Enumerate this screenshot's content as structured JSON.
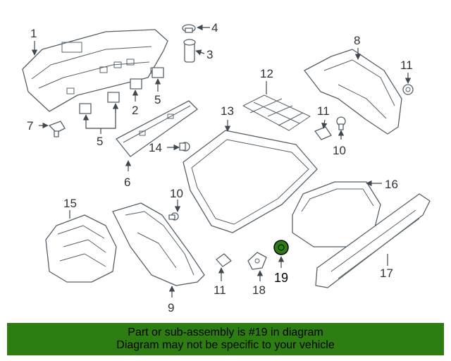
{
  "diagram": {
    "highlight_color": "#2e7d12",
    "highlight_part": "19",
    "callouts": {
      "c1": "1",
      "c2": "2",
      "c3": "3",
      "c4": "4",
      "c5a": "5",
      "c5b": "5",
      "c6": "6",
      "c7": "7",
      "c8": "8",
      "c9": "9",
      "c10a": "10",
      "c10b": "10",
      "c11a": "11",
      "c11b": "11",
      "c11c": "11",
      "c12": "12",
      "c13": "13",
      "c14": "14",
      "c15": "15",
      "c16": "16",
      "c17": "17",
      "c18": "18",
      "c19": "19"
    }
  },
  "banner": {
    "line1": "Part or sub-assembly is #19 in diagram",
    "line2": "Diagram may not be specific to your vehicle"
  }
}
